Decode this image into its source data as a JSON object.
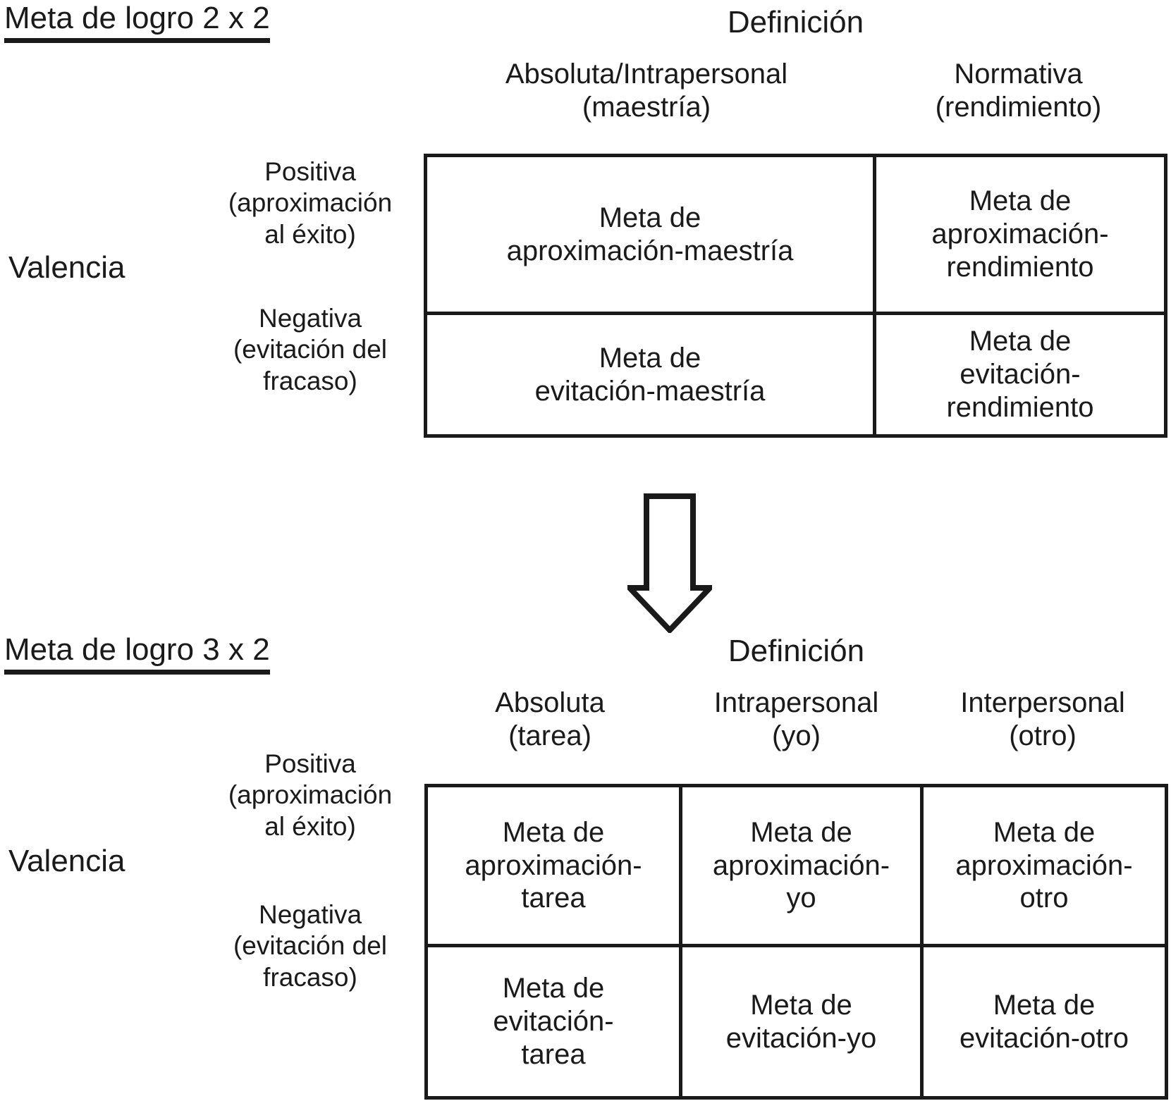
{
  "figure": {
    "sections": [
      {
        "id": "goal-2x2",
        "title": "Meta de logro 2 x 2",
        "definition_header": "Definición",
        "valence_axis_label": "Valencia",
        "column_headers": [
          {
            "line1": "Absoluta/Intrapersonal",
            "line2": "(maestría)"
          },
          {
            "line1": "Normativa",
            "line2": "(rendimiento)"
          }
        ],
        "row_labels": [
          {
            "line1": "Positiva",
            "line2": "(aproximación",
            "line3": "al éxito)"
          },
          {
            "line1": "Negativa",
            "line2": "(evitación del",
            "line3": "fracaso)"
          }
        ],
        "cells": [
          [
            {
              "line1": "Meta de",
              "line2": "aproximación-maestría"
            },
            {
              "line1": "Meta de",
              "line2": "aproximación-",
              "line3": "rendimiento"
            }
          ],
          [
            {
              "line1": "Meta de",
              "line2": "evitación-maestría"
            },
            {
              "line1": "Meta de",
              "line2": "evitación-",
              "line3": "rendimiento"
            }
          ]
        ]
      },
      {
        "id": "goal-3x2",
        "title": "Meta de logro 3 x 2",
        "definition_header": "Definición",
        "valence_axis_label": "Valencia",
        "column_headers": [
          {
            "line1": "Absoluta",
            "line2": "(tarea)"
          },
          {
            "line1": "Intrapersonal",
            "line2": "(yo)"
          },
          {
            "line1": "Interpersonal",
            "line2": "(otro)"
          }
        ],
        "row_labels": [
          {
            "line1": "Positiva",
            "line2": "(aproximación",
            "line3": "al éxito)"
          },
          {
            "line1": "Negativa",
            "line2": "(evitación del",
            "line3": "fracaso)"
          }
        ],
        "cells": [
          [
            {
              "line1": "Meta de",
              "line2": "aproximación-",
              "line3": "tarea"
            },
            {
              "line1": "Meta de",
              "line2": "aproximación-",
              "line3": "yo"
            },
            {
              "line1": "Meta de",
              "line2": "aproximación-",
              "line3": "otro"
            }
          ],
          [
            {
              "line1": "Meta de",
              "line2": "evitación-",
              "line3": "tarea"
            },
            {
              "line1": "Meta de",
              "line2": "evitación-yo"
            },
            {
              "line1": "Meta de",
              "line2": "evitación-otro"
            }
          ]
        ]
      }
    ],
    "arrow": {
      "direction": "down",
      "style": "outlined-block-arrow"
    },
    "colors": {
      "ink": "#1a1a1a",
      "background": "#ffffff"
    }
  }
}
